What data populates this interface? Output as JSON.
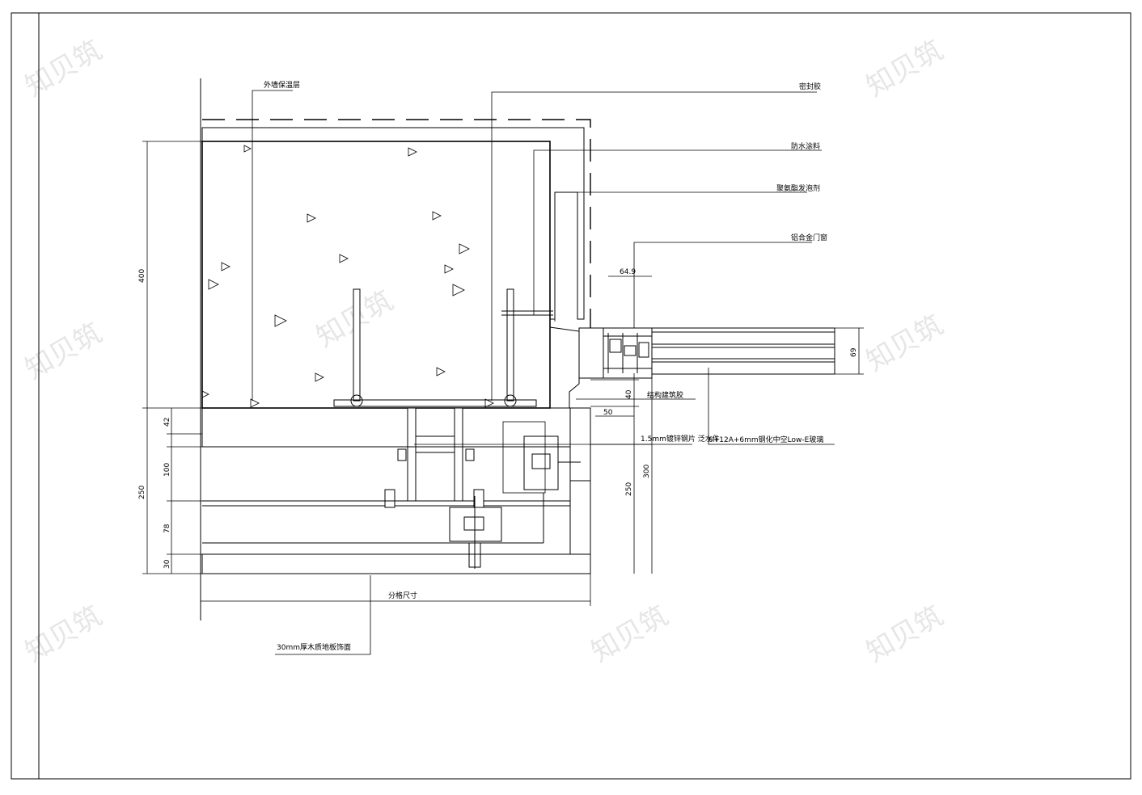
{
  "labels": {
    "label_1": "外墙保温层",
    "label_2": "密封胶",
    "label_3": "防水涂料",
    "label_4": "聚氨酯发泡剂",
    "label_5": "铝合金门窗",
    "label_6": "结构建筑胶",
    "label_7": "1.5mm镀锌钢片 泛水件",
    "label_8": "6+12A+6mm钢化中空Low-E玻璃",
    "label_9": "分格尺寸",
    "label_10": "30mm厚木质地板饰面"
  },
  "dimensions": {
    "d_400": "400",
    "d_250_left": "250",
    "d_42": "42",
    "d_100": "100",
    "d_78": "78",
    "d_30": "30",
    "d_649": "64.9",
    "d_69": "69",
    "d_40": "40",
    "d_50": "50",
    "d_250_right": "250",
    "d_300": "300"
  },
  "watermark": {
    "text": "知贝筑",
    "color": "#e6e6e6"
  },
  "colors": {
    "line": "#000000",
    "background": "#ffffff"
  }
}
